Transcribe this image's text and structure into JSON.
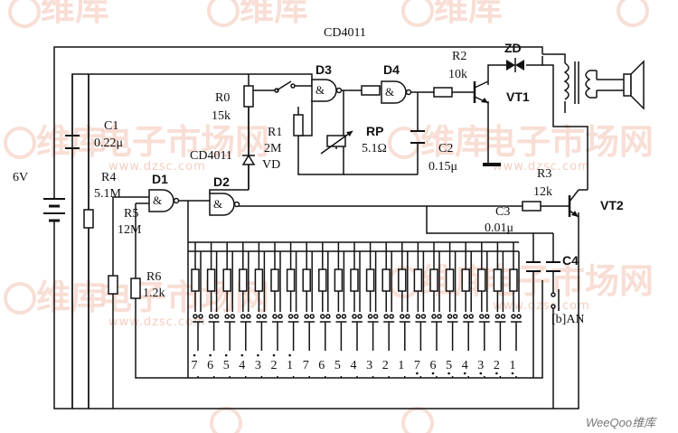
{
  "labels": {
    "battery": "6V",
    "c1_name": "C1",
    "c1_val": "0.22μ",
    "r4_name": "R4",
    "r4_val": "5.1M",
    "r5_name": "R5",
    "r5_val": "12M",
    "r6_name": "R6",
    "r6_val": "1.2k",
    "d1": "D1",
    "d2": "D2",
    "d3": "D3",
    "d4": "D4",
    "ic_top": "CD4011",
    "ic_mid": "CD4011",
    "r0_name": "R0",
    "r0_val": "15k",
    "r1_name": "R1",
    "r1_val": "2M",
    "vd": "VD",
    "rp_name": "RP",
    "rp_val": "5.1Ω",
    "c2_name": "C2",
    "c2_val": "0.15μ",
    "r2_name": "R2",
    "r2_val": "10k",
    "zd": "ZD",
    "vt1": "VT1",
    "vt2": "VT2",
    "r3_name": "R3",
    "r3_val": "12k",
    "c3_name": "C3",
    "c3_val": "0.01μ",
    "c4": "C4",
    "an": "[b]AN"
  },
  "keys": [
    "7",
    "6",
    "5",
    "4",
    "3",
    "2",
    "1",
    "7",
    "6",
    "5",
    "4",
    "3",
    "2",
    "1",
    "7",
    "6",
    "5",
    "4",
    "3",
    "2",
    "1"
  ],
  "watermark": {
    "text1": "维库",
    "text2": "电子市场网",
    "url": "www.dzsc.com"
  },
  "brand": "WeeQoo维库"
}
